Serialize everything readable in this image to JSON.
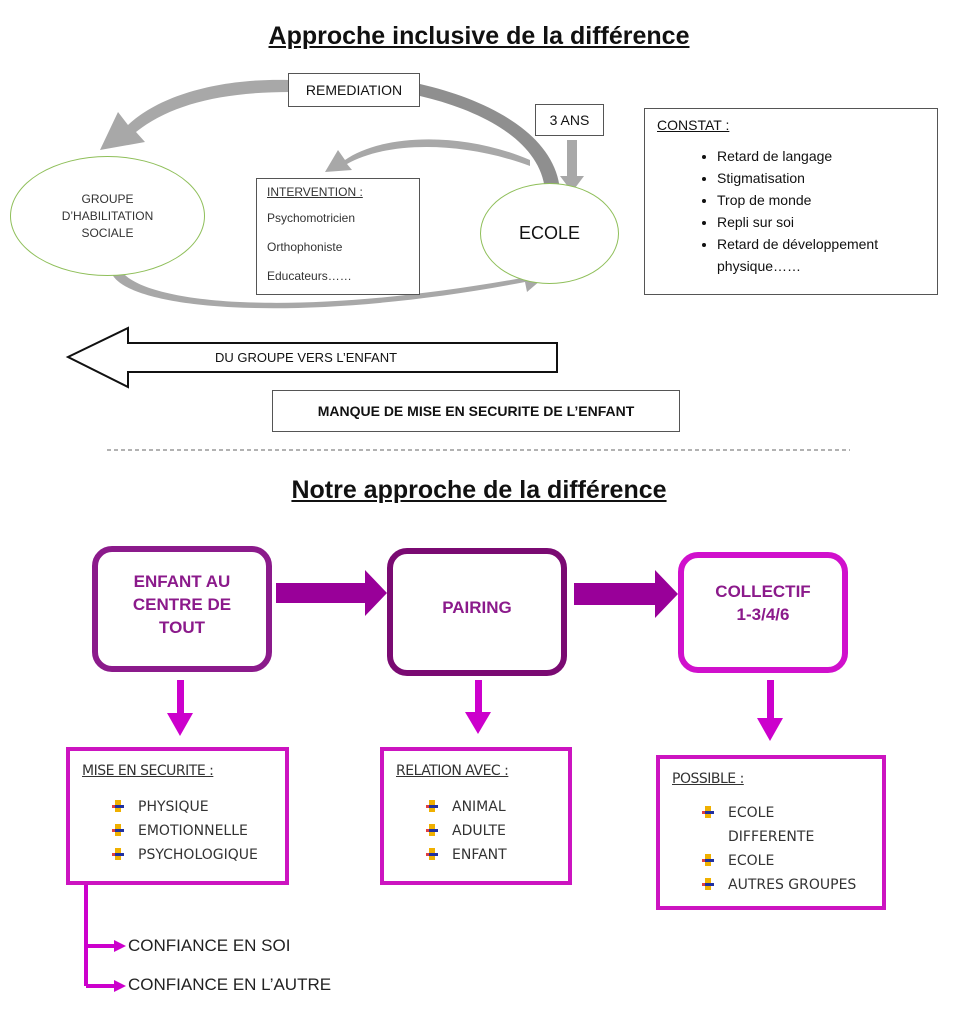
{
  "top": {
    "title": "Approche inclusive de la différence",
    "remediation": "REMEDIATION",
    "three_years": "3 ANS",
    "group": [
      "GROUPE",
      "D’HABILITATION",
      "SOCIALE"
    ],
    "school": "ECOLE",
    "intervention": {
      "heading": "INTERVENTION :",
      "items": [
        "Psychomotricien",
        "Orthophoniste",
        "Educateurs……"
      ]
    },
    "constat": {
      "heading": "CONSTAT :",
      "items": [
        "Retard de langage",
        "Stigmatisation",
        "Trop de monde",
        "Repli sur soi",
        "Retard de développement physique……"
      ]
    },
    "arrow_label": "DU GROUPE VERS L’ENFANT",
    "conclusion": "MANQUE DE MISE EN SECURITE DE L’ENFANT"
  },
  "bottom": {
    "title": "Notre approche de la différence",
    "steps": [
      {
        "label": "ENFANT AU CENTRE DE TOUT",
        "color": "#8b1a8b",
        "detail": {
          "heading": "MISE EN SECURITE :",
          "items": [
            "PHYSIQUE",
            "EMOTIONNELLE",
            "PSYCHOLOGIQUE"
          ]
        }
      },
      {
        "label": "PAIRING",
        "color": "#7a0a72",
        "detail": {
          "heading": "RELATION AVEC :",
          "items": [
            "ANIMAL",
            "ADULTE",
            "ENFANT"
          ]
        }
      },
      {
        "label": "COLLECTIF 1-3/4/6",
        "color": "#d010cc",
        "detail": {
          "heading": "POSSIBLE :",
          "items": [
            "ECOLE DIFFERENTE",
            "ECOLE",
            "AUTRES GROUPES"
          ]
        }
      }
    ],
    "outcomes": [
      "CONFIANCE EN SOI",
      "CONFIANCE EN L’AUTRE"
    ]
  },
  "colors": {
    "arrow": "#990099",
    "down_arrow": "#cc00cc",
    "gray_arrow": "#a8a8a8",
    "ellipse_border": "#8fbf5a"
  }
}
